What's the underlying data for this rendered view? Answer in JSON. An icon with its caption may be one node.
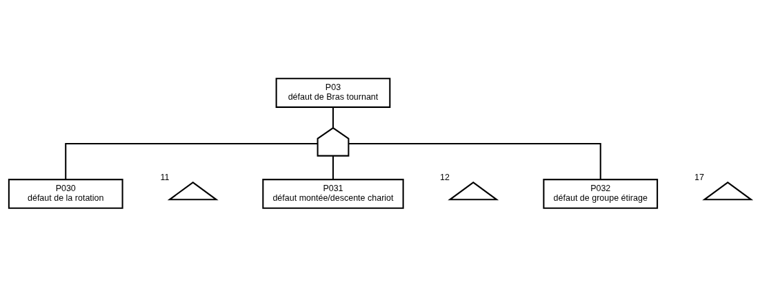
{
  "diagram": {
    "nodes": [
      {
        "text": [
          "P03",
          "défaut de Bras tournant"
        ]
      },
      {
        "text": [],
        "shape": "gate"
      },
      {
        "text": [
          "P030",
          "défaut de la rotation"
        ]
      },
      {
        "text": [],
        "shape": "triangle",
        "beside": [
          "11"
        ]
      },
      {
        "text": [
          "P031",
          "défaut montée/descente chariot"
        ]
      },
      {
        "text": [],
        "shape": "triangle",
        "beside": [
          "12"
        ]
      },
      {
        "text": [
          "P032",
          "défaut de groupe étirage"
        ]
      },
      {
        "text": [],
        "shape": "triangle",
        "beside": [
          "17"
        ]
      }
    ],
    "edges": [
      {
        "from": 1,
        "to": 0,
        "arrow": "none"
      },
      {
        "from": 1,
        "to": 2,
        "arrow": "none"
      },
      {
        "from": 1,
        "to": 4,
        "arrow": "none"
      },
      {
        "from": 1,
        "to": 6,
        "arrow": "none"
      }
    ]
  }
}
